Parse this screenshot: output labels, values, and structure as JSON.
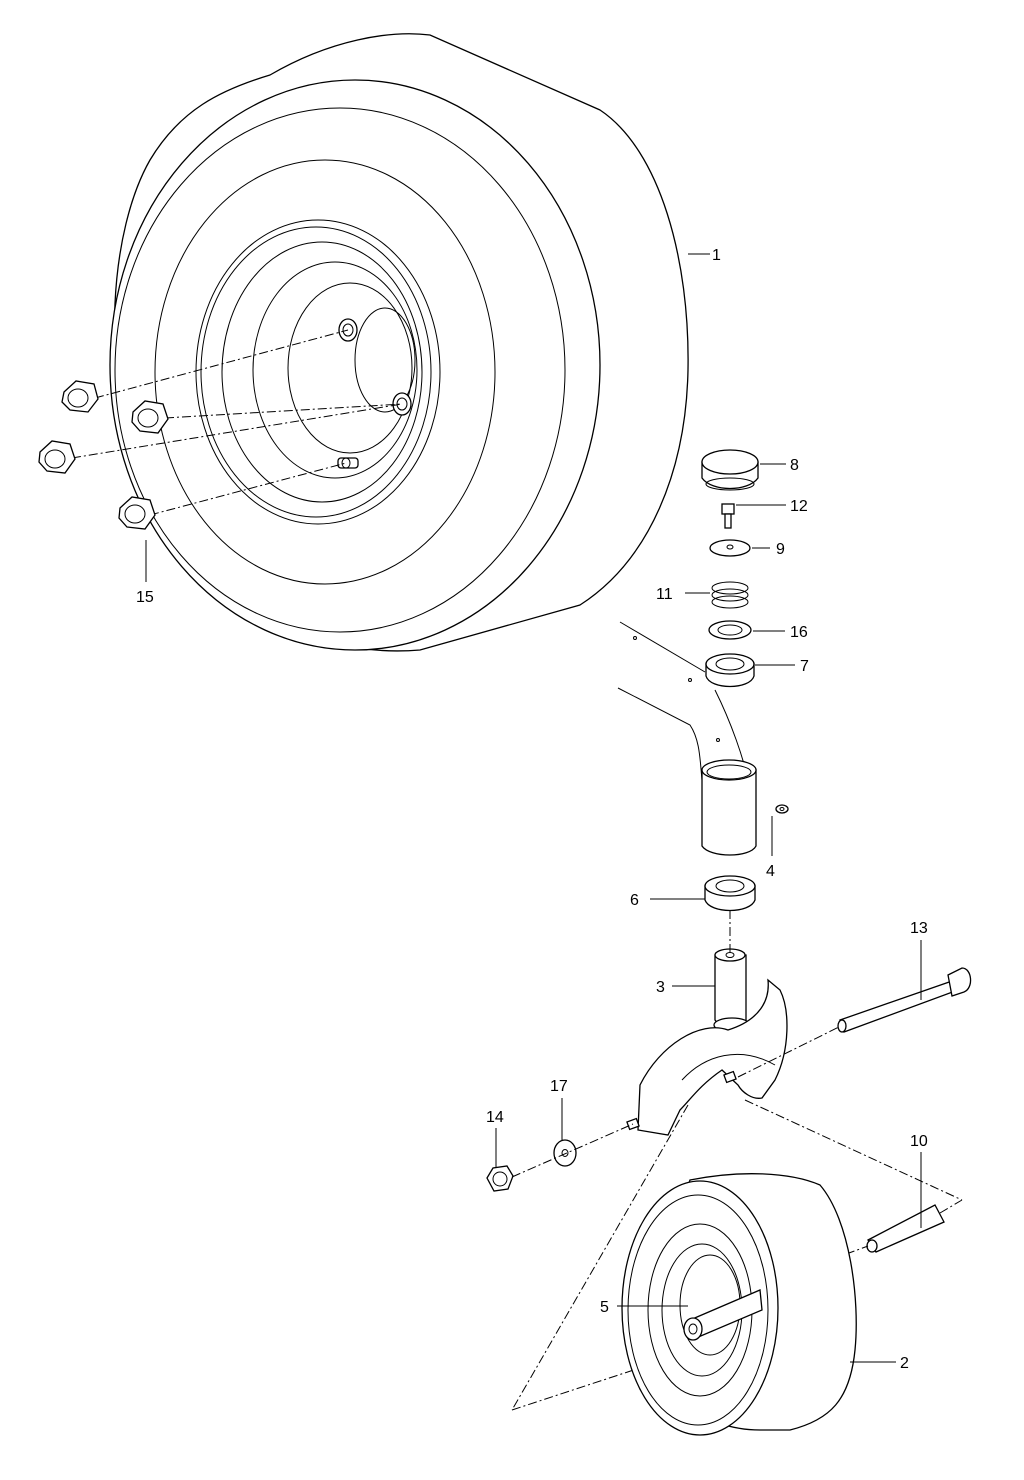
{
  "diagram": {
    "type": "exploded parts diagram",
    "parts": [
      {
        "id": "1",
        "label": "1"
      },
      {
        "id": "2",
        "label": "2"
      },
      {
        "id": "3",
        "label": "3"
      },
      {
        "id": "4",
        "label": "4"
      },
      {
        "id": "5",
        "label": "5"
      },
      {
        "id": "6",
        "label": "6"
      },
      {
        "id": "7",
        "label": "7"
      },
      {
        "id": "8",
        "label": "8"
      },
      {
        "id": "9",
        "label": "9"
      },
      {
        "id": "10",
        "label": "10"
      },
      {
        "id": "11",
        "label": "11"
      },
      {
        "id": "12",
        "label": "12"
      },
      {
        "id": "13",
        "label": "13"
      },
      {
        "id": "14",
        "label": "14"
      },
      {
        "id": "15",
        "label": "15"
      },
      {
        "id": "16",
        "label": "16"
      },
      {
        "id": "17",
        "label": "17"
      }
    ]
  }
}
